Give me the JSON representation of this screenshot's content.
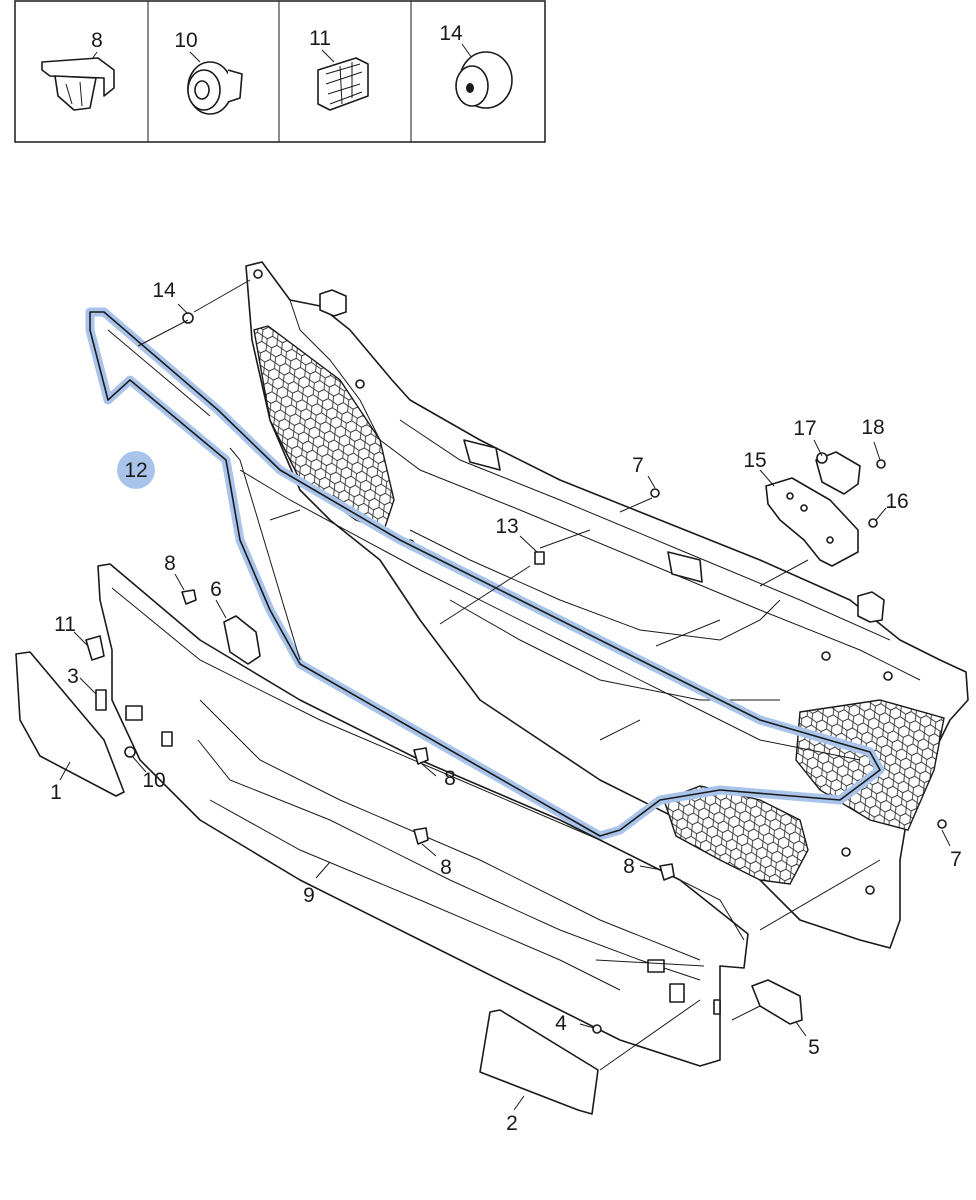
{
  "inset": {
    "labels": [
      "8",
      "10",
      "11",
      "14"
    ]
  },
  "callouts": {
    "c14": "14",
    "c12": "12",
    "c7a": "7",
    "c17": "17",
    "c18": "18",
    "c15": "15",
    "c16": "16",
    "c13": "13",
    "c8a": "8",
    "c6": "6",
    "c11": "11",
    "c3": "3",
    "c1": "1",
    "c10": "10",
    "c8b": "8",
    "c8c": "8",
    "c8d": "8",
    "c9": "9",
    "c7b": "7",
    "c4": "4",
    "c5": "5",
    "c2": "2"
  },
  "highlight": {
    "color": "#a9c4ea",
    "part": "12"
  }
}
